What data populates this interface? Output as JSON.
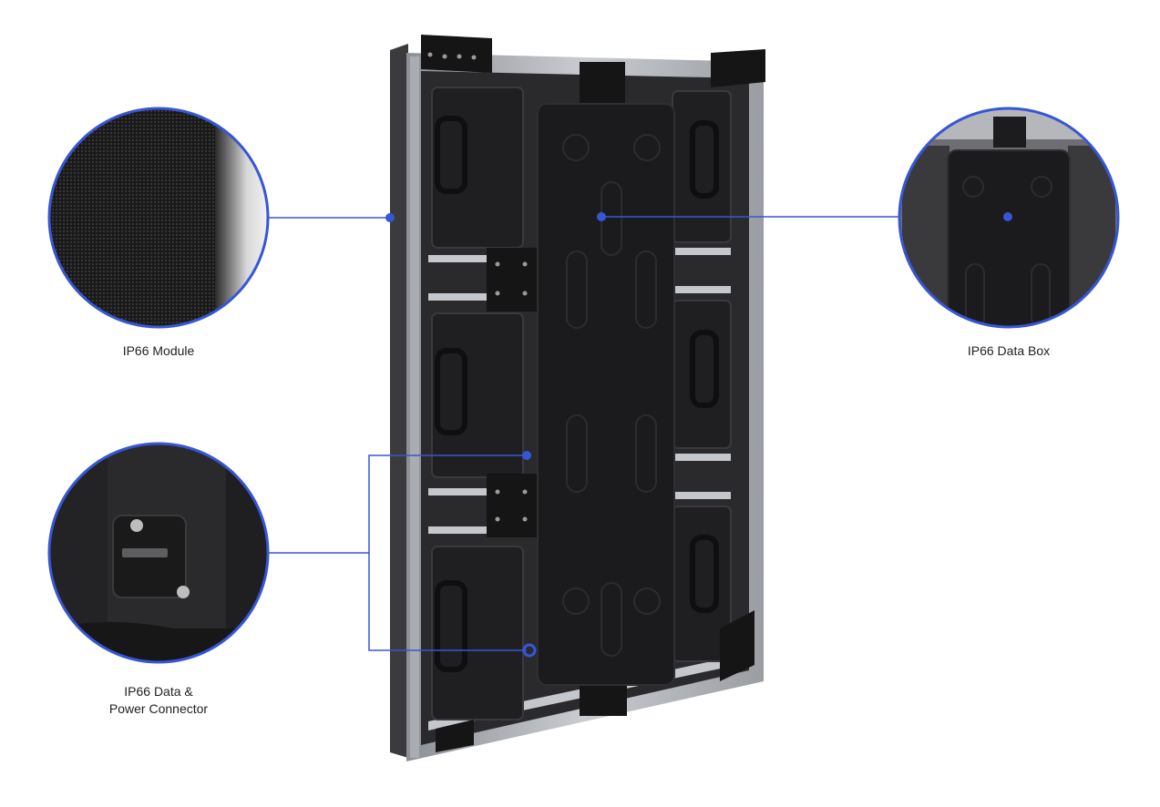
{
  "callouts": {
    "module": {
      "label": "IP66 Module"
    },
    "data_box": {
      "label": "IP66 Data Box"
    },
    "connector": {
      "line1": "IP66 Data &",
      "line2": "Power Connector"
    }
  },
  "colors": {
    "accent": "#3756d6",
    "frame": "#b9bcc1",
    "panel": "#1b1b1d",
    "cabinet": "#2a2a2c"
  },
  "icons": [
    "connector-logo-icon"
  ]
}
